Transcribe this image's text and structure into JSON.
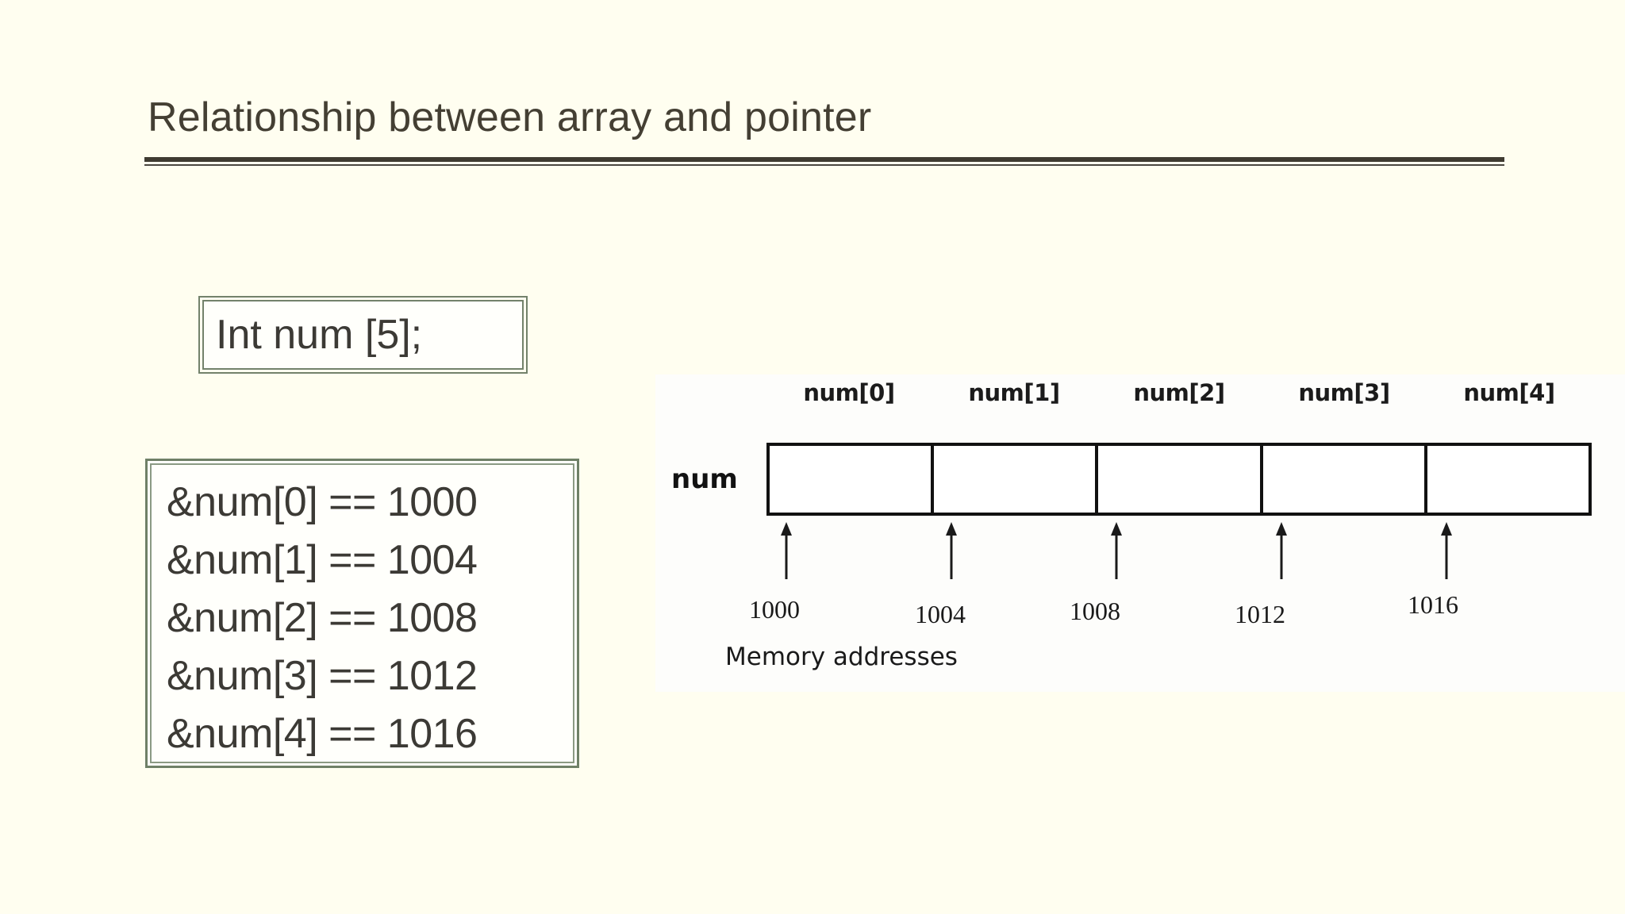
{
  "slide": {
    "title": "Relationship between array and pointer",
    "background_color": "#FFFEF0",
    "title_color": "#443F33",
    "rule_color": "#3F3B31"
  },
  "declaration_box": {
    "text": "Int num [5];",
    "border_color": "#73826B",
    "fill_color": "#FFFFFB"
  },
  "address_box": {
    "border_color": "#6F8067",
    "fill_color": "#FFFFFB",
    "lines": [
      "&num[0] == 1000",
      "&num[1] == 1004",
      "&num[2] == 1008",
      "&num[3] == 1012",
      "&num[4] == 1016"
    ]
  },
  "diagram": {
    "row_label": "num",
    "caption": "Memory addresses",
    "background_color": "#FDFDFB",
    "cell_labels": [
      "num[0]",
      "num[1]",
      "num[2]",
      "num[3]",
      "num[4]"
    ],
    "addresses": [
      "1000",
      "1004",
      "1008",
      "1012",
      "1016"
    ],
    "cell_count": 5,
    "arrow_icon": "up-arrow-icon"
  }
}
